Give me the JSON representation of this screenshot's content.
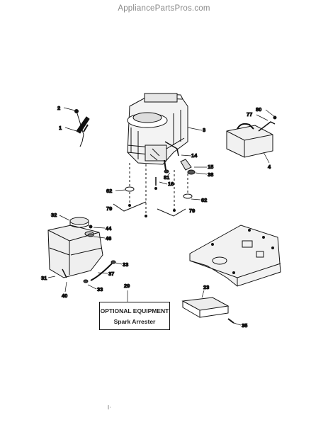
{
  "watermark": "AppliancePartsPros.com",
  "optional_box": {
    "line1": "OPTIONAL EQUIPMENT",
    "line2": "Spark Arrester"
  },
  "callouts": {
    "c2": "2",
    "c1": "1",
    "c3": "3",
    "c80": "80",
    "c77": "77",
    "c4": "4",
    "c14": "14",
    "c15": "15",
    "c38": "38",
    "c81": "81",
    "c16": "16",
    "c62a": "62",
    "c62b": "62",
    "c79a": "79",
    "c79b": "79",
    "c32": "32",
    "c44": "44",
    "c46": "46",
    "c33a": "33",
    "c33b": "33",
    "c37": "37",
    "c31": "31",
    "c40": "40",
    "c29": "29",
    "c23": "23",
    "c35": "35"
  },
  "parts": [
    "engine",
    "muffler",
    "fuel-tank",
    "fuel-cap",
    "fuel-line",
    "chassis-plate",
    "heat-shield",
    "choke-control"
  ]
}
